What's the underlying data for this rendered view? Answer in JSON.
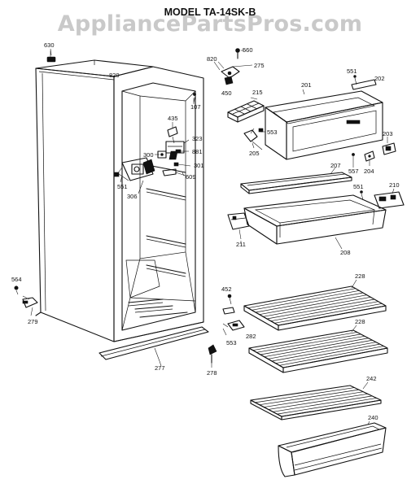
{
  "header": {
    "watermark": "AppliancePartsPros.com",
    "model_title": "MODEL TA-14SK-B"
  },
  "parts": [
    {
      "key": "p630",
      "label": "630"
    },
    {
      "key": "p820a",
      "label": "820"
    },
    {
      "key": "p820b",
      "label": "820"
    },
    {
      "key": "p560",
      "label": "560"
    },
    {
      "key": "p275",
      "label": "275"
    },
    {
      "key": "p450",
      "label": "450"
    },
    {
      "key": "p107",
      "label": "107"
    },
    {
      "key": "p435",
      "label": "435"
    },
    {
      "key": "p323",
      "label": "323"
    },
    {
      "key": "p881",
      "label": "881"
    },
    {
      "key": "p300",
      "label": "300"
    },
    {
      "key": "p301",
      "label": "301"
    },
    {
      "key": "p609",
      "label": "609"
    },
    {
      "key": "p306",
      "label": "306"
    },
    {
      "key": "p551a",
      "label": "551"
    },
    {
      "key": "p215",
      "label": "215"
    },
    {
      "key": "p553a",
      "label": "553"
    },
    {
      "key": "p205",
      "label": "205"
    },
    {
      "key": "p201",
      "label": "201"
    },
    {
      "key": "p551b",
      "label": "551"
    },
    {
      "key": "p202",
      "label": "202"
    },
    {
      "key": "p203",
      "label": "203"
    },
    {
      "key": "p557",
      "label": "557"
    },
    {
      "key": "p204",
      "label": "204"
    },
    {
      "key": "p207",
      "label": "207"
    },
    {
      "key": "p551c",
      "label": "551"
    },
    {
      "key": "p210",
      "label": "210"
    },
    {
      "key": "p211",
      "label": "211"
    },
    {
      "key": "p208",
      "label": "208"
    },
    {
      "key": "p564",
      "label": "564"
    },
    {
      "key": "p279",
      "label": "279"
    },
    {
      "key": "p452",
      "label": "452"
    },
    {
      "key": "p282",
      "label": "282"
    },
    {
      "key": "p553b",
      "label": "553"
    },
    {
      "key": "p277",
      "label": "277"
    },
    {
      "key": "p278",
      "label": "278"
    },
    {
      "key": "p228a",
      "label": "228"
    },
    {
      "key": "p228b",
      "label": "228"
    },
    {
      "key": "p242",
      "label": "242"
    },
    {
      "key": "p240",
      "label": "240"
    }
  ]
}
